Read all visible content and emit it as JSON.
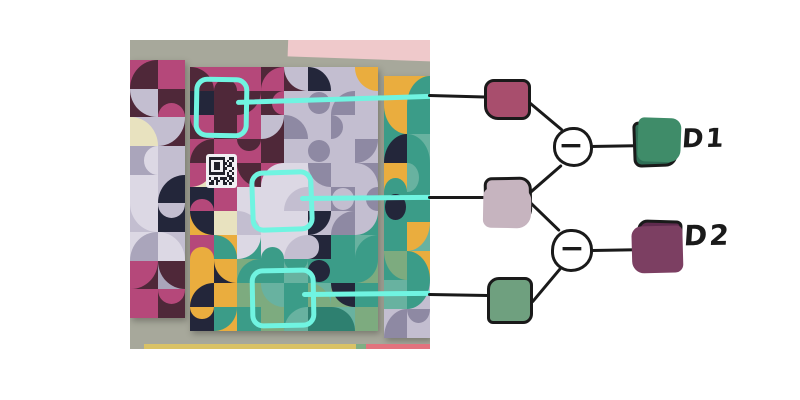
{
  "photo": {
    "wall_color": "#a7a89b",
    "pink_note_color": "#efc9cb",
    "highlight_color": "#70f4e1",
    "bottom_strips": [
      {
        "name": "yellow-strip",
        "color": "#d9c266"
      },
      {
        "name": "green-strip",
        "color": "#7fae84"
      },
      {
        "name": "pink-strip",
        "color": "#e2737e"
      }
    ],
    "palette": {
      "P": "#b5487a",
      "p": "#cf6f95",
      "M": "#4f2839",
      "N": "#23263a",
      "L": "#c3bed0",
      "l": "#aaa5bb",
      "G": "#8e89a3",
      "W": "#dcd8e4",
      "C": "#e8e2bf",
      "Y": "#eaad3e",
      "T": "#3b9c88",
      "t": "#68b2a0",
      "S": "#7dab7f",
      "D": "#2e8070"
    },
    "posters": {
      "left": {
        "cols": 2,
        "rows": [
          "P:M:q-br|P",
          "M:L:q-tr|M:P:h-b",
          "L:C:q-bl|M:L:q-tl",
          "l:W:h-r|L",
          "W|L:N:q-br",
          "L:W:q-tr|N:L:h-t",
          "W:l:q-br|L:W:q-bl",
          "M:P:q-tl|l:M:q-tr",
          "P|M:P:h-t"
        ]
      },
      "middle": {
        "cols": 8,
        "rows": [
          "P:M:q-bl|P:M:h-b|P|M:P:q-br|M:L:q-tr|L:N:q-bl|L|L:Y:q-tr",
          "N|M|P:M:q-tl|M:P:h-r|L|L:G:c|L:G:q-br|L",
          "M:P:q-tr|M|P|M:L:q-tl|L:G:q-bl|L|L:G:h-l|L",
          "P:M:q-br|P|P:M:h-t|M|L|L:G:c|L|L:G:q-tl",
          "C:P:q-tl|C:P:q-br|P:M:q-tr|P:W:q-br|W|L:G:q-tr|L|G:L:q-bl",
          "N:P:h-b|P|W|W|W:L:q-br|L|G:L:c|L:G:h-r",
          "Y:N:q-tr|C|W:L:q-bl|W|W|L:N:q-tl|L:G:q-br|T:L:q-tl",
          "P:Y:h-b|Y:T:q-bl|T:W:q-tl|W:T:h-b|W:L:q-br|N:L:h-l|T|t:T:q-br",
          "Y|N:Y:q-tr|S:T:q-br|T|t:T:h-t|T:N:c|T|S:T:q-tl",
          "Y:N:q-br|Y|S|S:t:q-tr|T|t:S:q-bl|S:N:q-tr|T",
          "N:Y:h-t|Y:T:q-tl|T|S|T:t:q-br|D|t:D:q-bl|S"
        ]
      },
      "right": {
        "cols": 2,
        "rows": [
          "Y|Y:T:q-br",
          "T:Y:q-tr|T",
          "T:N:q-br|t:T:q-bl",
          "Y:T:h-b|T:t:h-l",
          "T:N:c|T",
          "T|t:Y:q-tl",
          "T:S:q-tr|Y:T:q-bl",
          "t|L:T:q-tl",
          "L:G:q-br|L:G:h-t"
        ]
      }
    },
    "qr_modules": [
      "11111110011",
      "10000010101",
      "10111011010",
      "10111010110",
      "10111011001",
      "10000010010",
      "11111110101",
      "00000000110",
      "10110111011",
      "01011010101",
      "11010011010"
    ]
  },
  "diagram": {
    "ink_color": "#1a1a1a",
    "inputs": [
      {
        "name": "patch-top",
        "color": "#a84e6d",
        "bleed_color": "#a84e6d"
      },
      {
        "name": "patch-middle",
        "color": "#c6b4bf",
        "bleed_color": "#c6b4bf"
      },
      {
        "name": "patch-bottom",
        "color": "#6fa07f",
        "bleed_color": "#6fa07f"
      }
    ],
    "operators": [
      {
        "symbol": "−"
      },
      {
        "symbol": "−"
      }
    ],
    "outputs": [
      {
        "label": "D1",
        "color": "#2f6f57",
        "bleed_color": "#3f8c69"
      },
      {
        "label": "D2",
        "color": "#5f2b4e",
        "bleed_color": "#7c3f62"
      }
    ]
  }
}
